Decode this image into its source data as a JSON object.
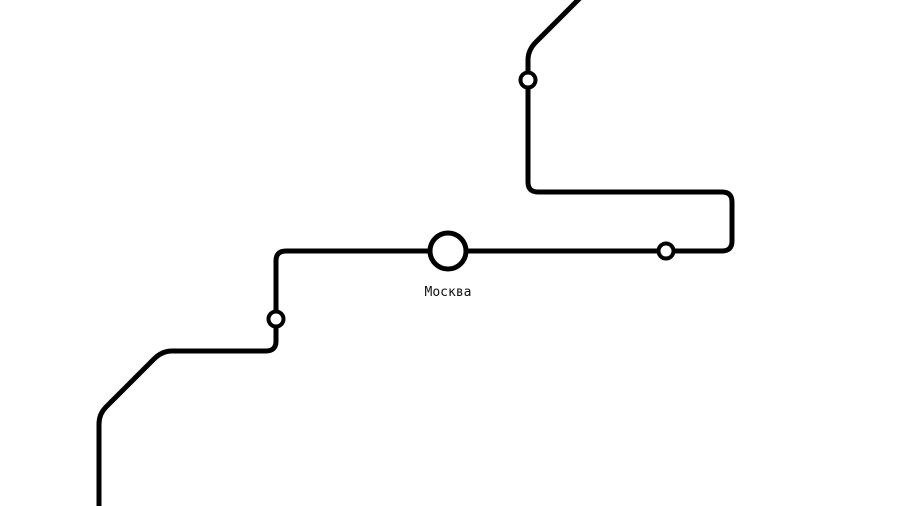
{
  "colors": {
    "line": "#000000",
    "background": "#ffffff",
    "station_fill": "#ffffff"
  },
  "stations": [
    {
      "name": "Москва",
      "type": "major"
    },
    {
      "type": "minor"
    },
    {
      "type": "minor"
    },
    {
      "type": "minor"
    }
  ]
}
